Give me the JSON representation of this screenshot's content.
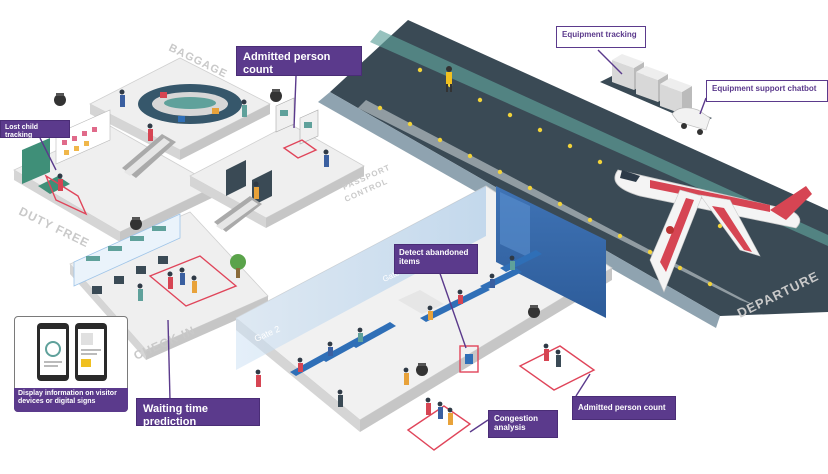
{
  "areas": {
    "baggage": "BAGGAGE",
    "duty_free": "DUTY FREE",
    "passport_control_line1": "PASSPORT",
    "passport_control_line2": "CONTROL",
    "check_in": "CHECK IN",
    "departure": "DEPARTURE",
    "gate_2": "Gate 2",
    "gate_3": "Gate 3"
  },
  "callouts": {
    "admitted_person_count_top": "Admitted person count",
    "lost_child_tracking": "Lost child tracking",
    "equipment_tracking": "Equipment tracking",
    "equipment_support_chatbot": "Equipment support chatbot",
    "detect_abandoned_items": "Detect abandoned items",
    "waiting_time_prediction": "Waiting time prediction",
    "congestion_analysis": "Congestion analysis",
    "admitted_person_count_bottom": "Admitted person count",
    "display_information": "Display information on visitor devices or digital signs"
  },
  "colors": {
    "accent_purple": "#5b3a8c",
    "highlight_red": "#e0455a",
    "runway": "#3a4a55",
    "glass_blue": "#3a6fb0",
    "floor": "#f1f1f1",
    "seat_blue": "#2f6fb7"
  }
}
